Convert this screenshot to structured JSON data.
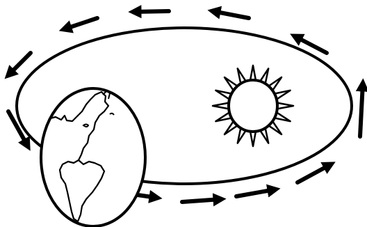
{
  "diagram": {
    "type": "orbit-illustration",
    "bodies": [
      {
        "kind": "sun",
        "icon": "sun-icon"
      },
      {
        "kind": "earth",
        "icon": "globe-americas-icon"
      }
    ],
    "orbit": {
      "shape": "ellipse",
      "direction": "counterclockwise-arrows"
    },
    "colors": {
      "ink": "#000000",
      "background": "#ffffff"
    }
  }
}
